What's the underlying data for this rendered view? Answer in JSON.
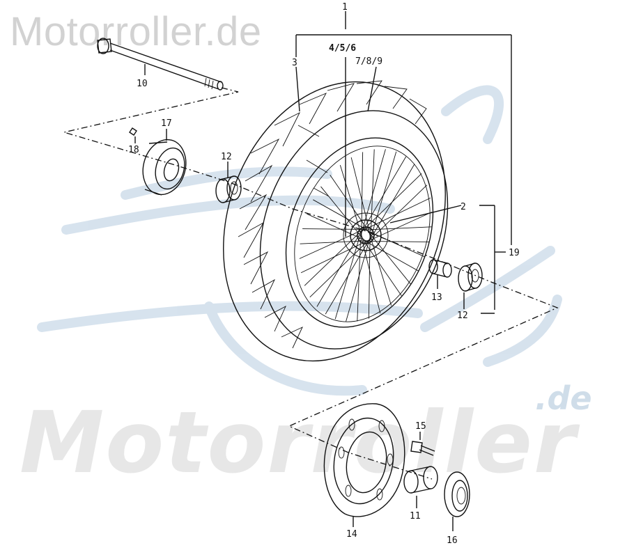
{
  "watermarks": {
    "top": "Motorroller.de",
    "big": "Motorroller",
    "suffix": ".de"
  },
  "labels": {
    "p1": "1",
    "p2": "2",
    "p3": "3",
    "p456": "4/5/6",
    "p789": "7/8/9",
    "p10": "10",
    "p11": "11",
    "p12a": "12",
    "p12b": "12",
    "p13": "13",
    "p14": "14",
    "p15": "15",
    "p16": "16",
    "p17": "17",
    "p18": "18",
    "p19": "19"
  },
  "colors": {
    "lineart": "#111111",
    "watermark_gray": "#d2d2d2",
    "watermark_blue": "#c9d9e8"
  }
}
